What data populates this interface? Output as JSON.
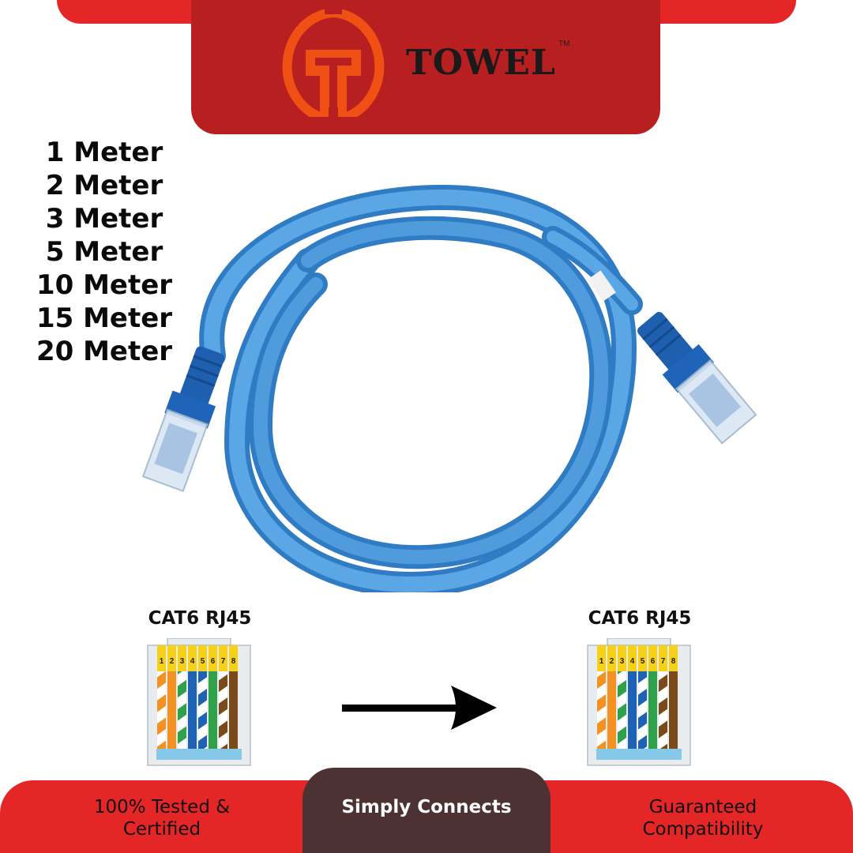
{
  "brand": {
    "name": "TOWEL",
    "trademark": "TM",
    "logo_icon": "t-circle-logo-icon",
    "colors": {
      "top_bar": "#E42627",
      "logo_panel": "#B71F20",
      "logo_mark": "#F05014",
      "logo_text": "#1a1a1a"
    }
  },
  "lengths": {
    "items": [
      "1 Meter",
      "2 Meter",
      "3 Meter",
      "5 Meter",
      "10 Meter",
      "15 Meter",
      "20 Meter"
    ]
  },
  "product": {
    "image": "blue-ethernet-patch-cable-icon",
    "cable_color": "#3F8FD6"
  },
  "connectors": {
    "left": {
      "title": "CAT6 RJ45",
      "pins": [
        "1",
        "2",
        "3",
        "4",
        "5",
        "6",
        "7",
        "8"
      ]
    },
    "right": {
      "title": "CAT6 RJ45",
      "pins": [
        "1",
        "2",
        "3",
        "4",
        "5",
        "6",
        "7",
        "8"
      ]
    },
    "wire_colors": [
      {
        "pin": "1",
        "color": "#F39223",
        "striped": true
      },
      {
        "pin": "2",
        "color": "#F39223",
        "striped": false
      },
      {
        "pin": "3",
        "color": "#2EA14A",
        "striped": true
      },
      {
        "pin": "4",
        "color": "#1E62B5",
        "striped": false
      },
      {
        "pin": "5",
        "color": "#1E62B5",
        "striped": true
      },
      {
        "pin": "6",
        "color": "#2EA14A",
        "striped": false
      },
      {
        "pin": "7",
        "color": "#7A4A1A",
        "striped": true
      },
      {
        "pin": "8",
        "color": "#7A4A1A",
        "striped": false
      }
    ],
    "arrow_icon": "right-arrow-icon"
  },
  "footer": {
    "left": {
      "line1": "100% Tested &",
      "line2": "Certified"
    },
    "middle": {
      "label": "Simply Connects"
    },
    "right": {
      "line1": "Guaranteed",
      "line2": "Compatibility"
    },
    "colors": {
      "red": "#E42627",
      "dark": "#4C3233"
    }
  }
}
